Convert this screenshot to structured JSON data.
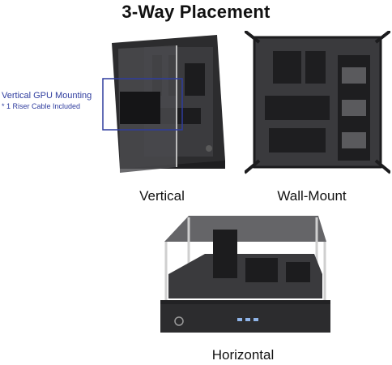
{
  "title": "3-Way Placement",
  "callout": {
    "title": "Vertical GPU Mounting",
    "note": "* 1 Riser Cable Included"
  },
  "placements": {
    "vertical": "Vertical",
    "wall_mount": "Wall-Mount",
    "horizontal": "Horizontal"
  },
  "colors": {
    "callout_blue": "#2e3c9e",
    "case_dark": "#2c2c2e",
    "glass": "#4a4a4e"
  }
}
